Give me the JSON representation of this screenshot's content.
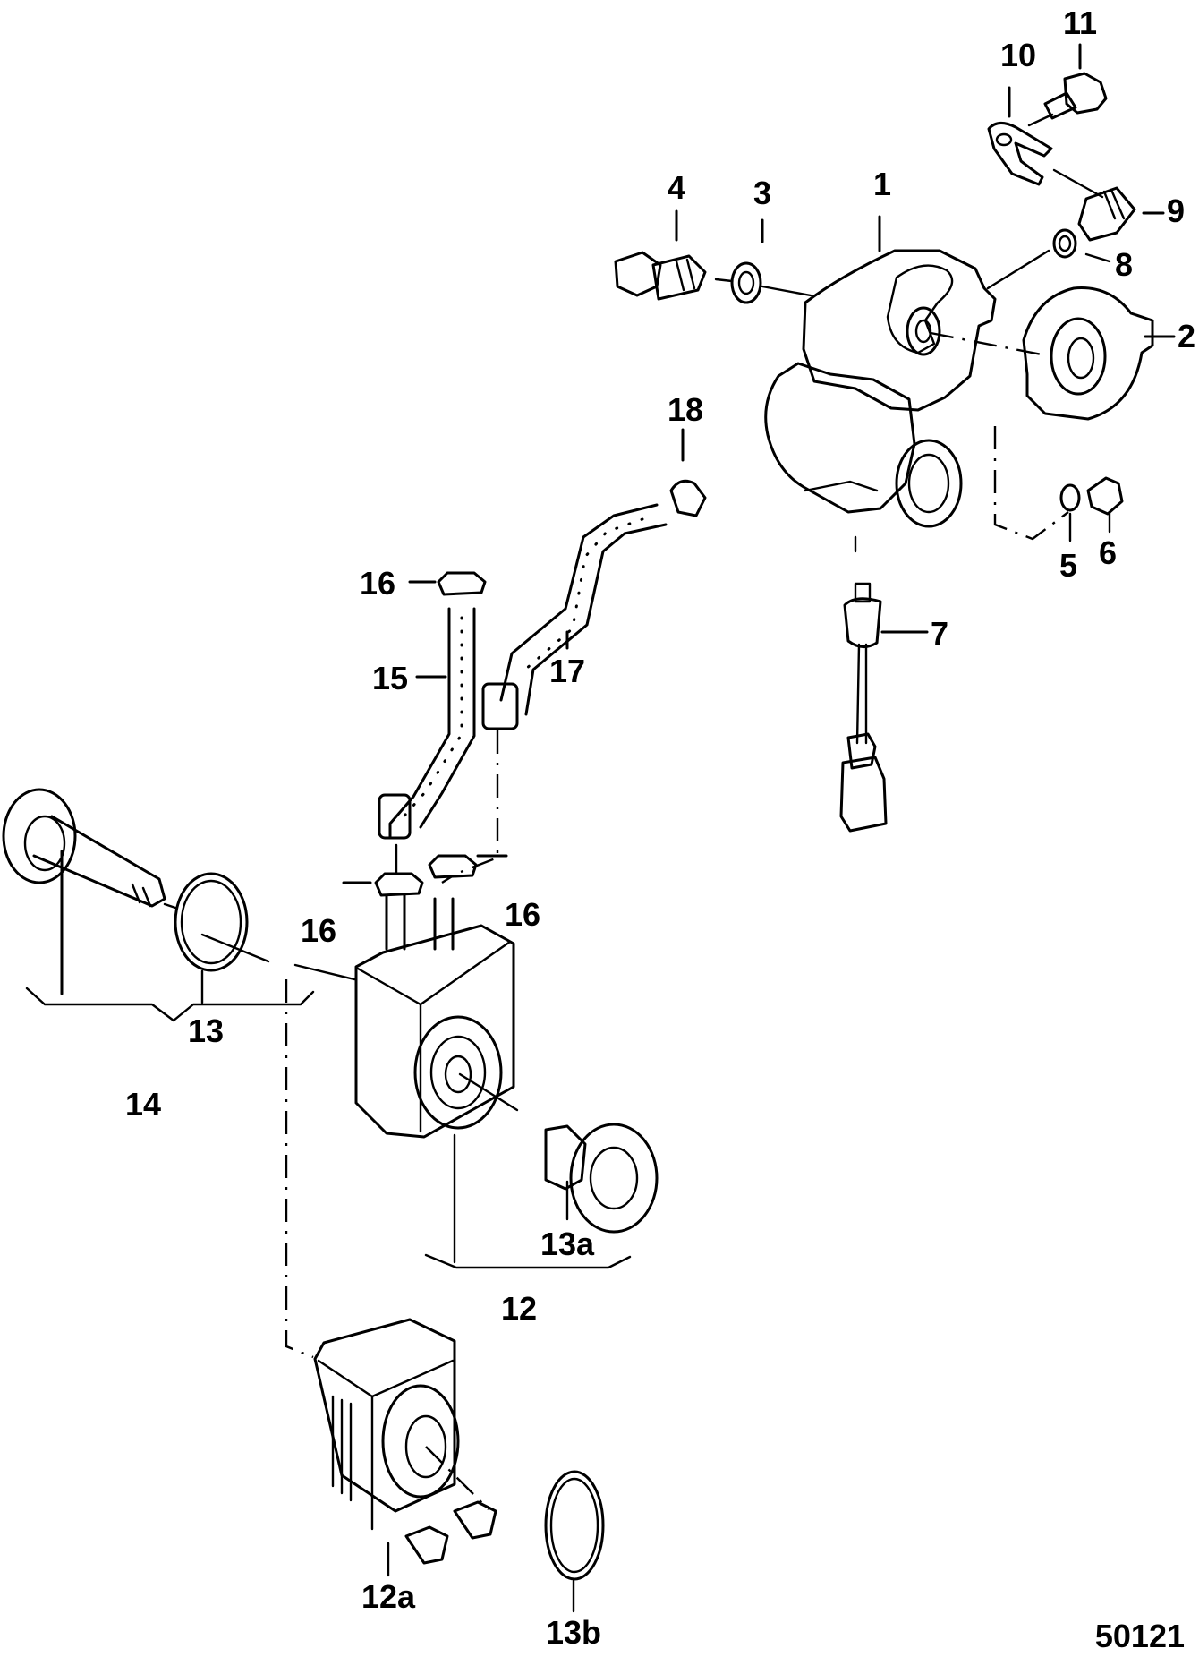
{
  "diagram": {
    "type": "exploded-parts-diagram",
    "figure_number": "50121",
    "callouts": [
      {
        "id": "1",
        "label": "1"
      },
      {
        "id": "2",
        "label": "2"
      },
      {
        "id": "3",
        "label": "3"
      },
      {
        "id": "4",
        "label": "4"
      },
      {
        "id": "5",
        "label": "5"
      },
      {
        "id": "6",
        "label": "6"
      },
      {
        "id": "7",
        "label": "7"
      },
      {
        "id": "8",
        "label": "8"
      },
      {
        "id": "9",
        "label": "9"
      },
      {
        "id": "10",
        "label": "10"
      },
      {
        "id": "11",
        "label": "11"
      },
      {
        "id": "12",
        "label": "12"
      },
      {
        "id": "12a",
        "label": "12a"
      },
      {
        "id": "13",
        "label": "13"
      },
      {
        "id": "13a",
        "label": "13a"
      },
      {
        "id": "13b",
        "label": "13b"
      },
      {
        "id": "14",
        "label": "14"
      },
      {
        "id": "15",
        "label": "15"
      },
      {
        "id": "16a",
        "label": "16"
      },
      {
        "id": "16b",
        "label": "16"
      },
      {
        "id": "16c",
        "label": "16"
      },
      {
        "id": "17",
        "label": "17"
      },
      {
        "id": "18",
        "label": "18"
      }
    ]
  }
}
